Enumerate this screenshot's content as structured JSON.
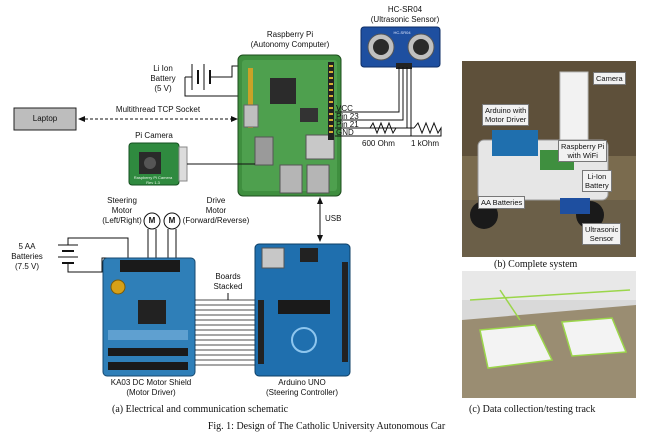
{
  "schematic": {
    "li_ion_battery": [
      "Li Ion",
      "Battery",
      "(5 V)"
    ],
    "raspberry_pi": [
      "Raspberry Pi",
      "(Autonomy Computer)"
    ],
    "hc_sr04": [
      "HC-SR04",
      "(Ultrasonic Sensor)"
    ],
    "laptop": "Laptop",
    "tcp_socket": "Multithread TCP Socket",
    "pi_camera": "Pi Camera",
    "pins": [
      "VCC",
      "Pin 23",
      "Pin 21",
      "GND"
    ],
    "resistor_600": "600 Ohm",
    "resistor_1k": "1 kOhm",
    "usb": "USB",
    "steering_motor": [
      "Steering",
      "Motor",
      "(Left/Right)"
    ],
    "drive_motor": [
      "Drive",
      "Motor",
      "(Forward/Reverse)"
    ],
    "motor_symbol": "M",
    "aa_batteries": [
      "5 AA",
      "Batteries",
      "(7.5 V)"
    ],
    "boards_stacked": [
      "Boards",
      "Stacked"
    ],
    "motor_shield": [
      "KA03 DC Motor Shield",
      "(Motor Driver)"
    ],
    "arduino": [
      "Arduino UNO",
      "(Steering Controller)"
    ],
    "pcb_text_pi": [
      "Raspberry Pi Camera",
      "Rev 1.3"
    ],
    "pcb_text_hc": "HC-SR04"
  },
  "photo_b": {
    "callouts": [
      "Camera",
      "Arduino with\nMotor Driver",
      "Raspberry Pi\nwith WiFi",
      "Li-Ion\nBattery",
      "AA Batteries",
      "Ultrasonic\nSensor"
    ]
  },
  "captions": {
    "a": "(a) Electrical and communication schematic",
    "b": "(b) Complete system",
    "c": "(c) Data collection/testing track",
    "fig": "Fig. 1: Design of The Catholic University Autonomous Car"
  },
  "colors": {
    "pi_board": "#3f8f3f",
    "shield_board": "#2f7fb8",
    "arduino_board": "#1f6fae",
    "sensor_board": "#1e4fa0",
    "track_floor": "#9a8d72"
  }
}
